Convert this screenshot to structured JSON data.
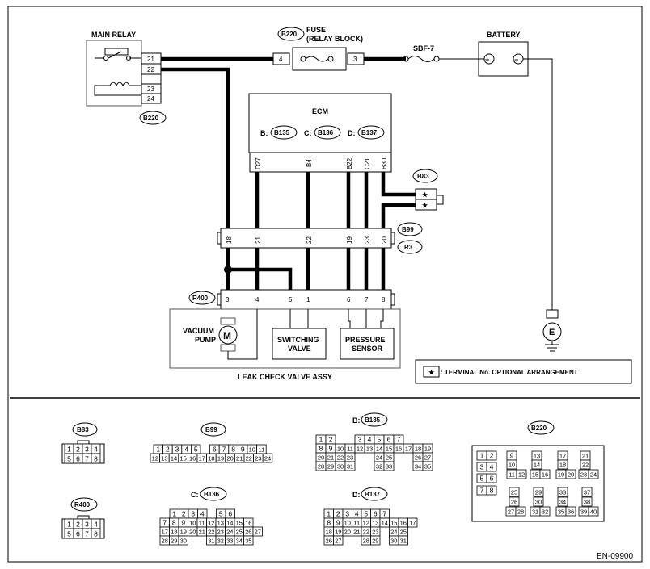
{
  "labels": {
    "main_relay": "MAIN RELAY",
    "fuse": "FUSE",
    "relay_block": "(RELAY BLOCK)",
    "sbf": "SBF-7",
    "battery": "BATTERY",
    "ecm": "ECM",
    "ecm_b": "B:",
    "ecm_c": "C:",
    "ecm_d": "D:",
    "vacuum": "VACUUM",
    "pump": "PUMP",
    "motor": "M",
    "switching": "SWITCHING",
    "valve": "VALVE",
    "pressure": "PRESSURE",
    "sensor": "SENSOR",
    "leak_assy": "LEAK CHECK VALVE ASSY",
    "ground": "E",
    "star": "★",
    "terminal_note": ": TERMINAL No. OPTIONAL ARRANGEMENT",
    "plus": "+",
    "minus": "−",
    "footer_code": "EN-09900",
    "conn_b": "B:",
    "conn_c": "C:",
    "conn_d": "D:"
  },
  "connectors": {
    "b220": "B220",
    "b135": "B135",
    "b136": "B136",
    "b137": "B137",
    "b83": "B83",
    "b99": "B99",
    "r3": "R3",
    "r400": "R400"
  },
  "pins": {
    "relay": [
      "21",
      "22",
      "23",
      "24"
    ],
    "fuse_left": "4",
    "fuse_right": "3",
    "ecm": [
      "D27",
      "B4",
      "B22",
      "C21",
      "B30"
    ],
    "b99": [
      "18",
      "21",
      "22",
      "19",
      "23",
      "20"
    ],
    "r400": [
      "3",
      "4",
      "5",
      "1",
      "6",
      "7",
      "8"
    ]
  },
  "connector_faces": {
    "b83": [
      [
        "1",
        "2",
        "3",
        "4"
      ],
      [
        "5",
        "6",
        "7",
        "8"
      ]
    ],
    "r400": [
      [
        "1",
        "2",
        "3",
        "4"
      ],
      [
        "5",
        "6",
        "7",
        "8"
      ]
    ],
    "b99": [
      [
        "1",
        "2",
        "3",
        "4",
        "5",
        "",
        "6",
        "7",
        "8",
        "9",
        "10",
        "11"
      ],
      [
        "12",
        "13",
        "14",
        "15",
        "16",
        "17",
        "18",
        "19",
        "20",
        "21",
        "22",
        "23",
        "24"
      ]
    ],
    "b135": [
      [
        "1",
        "2",
        "",
        "",
        "3",
        "4",
        "5",
        "6",
        "7"
      ],
      [
        "8",
        "9",
        "10",
        "11",
        "12",
        "13",
        "14",
        "15",
        "16",
        "17",
        "18",
        "19"
      ],
      [
        "20",
        "21",
        "22",
        "23",
        "",
        "",
        "24",
        "25",
        "",
        "",
        "26",
        "27"
      ],
      [
        "28",
        "29",
        "30",
        "31",
        "",
        "",
        "32",
        "33",
        "",
        "",
        "34",
        "35"
      ]
    ],
    "b136": [
      [
        "1",
        "2",
        "3",
        "4",
        "",
        "5",
        "6"
      ],
      [
        "7",
        "8",
        "9",
        "10",
        "11",
        "12",
        "13",
        "14",
        "15",
        "16"
      ],
      [
        "17",
        "18",
        "19",
        "20",
        "21",
        "22",
        "23",
        "24",
        "25",
        "26",
        "27"
      ],
      [
        "28",
        "29",
        "30",
        "",
        "",
        "31",
        "32",
        "33",
        "34",
        "35"
      ]
    ],
    "b137": [
      [
        "1",
        "2",
        "3",
        "4",
        "5",
        "6",
        "7"
      ],
      [
        "8",
        "9",
        "10",
        "11",
        "12",
        "13",
        "14",
        "15",
        "16",
        "17"
      ],
      [
        "18",
        "19",
        "20",
        "21",
        "22",
        "23",
        "",
        "24",
        "25"
      ],
      [
        "26",
        "27",
        "",
        "",
        "28",
        "29",
        "",
        "30",
        "31"
      ]
    ],
    "b220": [
      "1",
      "2",
      "3",
      "4",
      "5",
      "6",
      "7",
      "8",
      "9",
      "10",
      "11",
      "12",
      "13",
      "14",
      "15",
      "16",
      "17",
      "18",
      "19",
      "20",
      "21",
      "22",
      "23",
      "24",
      "25",
      "26",
      "27",
      "28",
      "29",
      "30",
      "31",
      "32",
      "33",
      "34",
      "35",
      "36",
      "37",
      "38",
      "39",
      "40"
    ]
  },
  "colors": {
    "line": "#000000",
    "background": "#ffffff"
  }
}
